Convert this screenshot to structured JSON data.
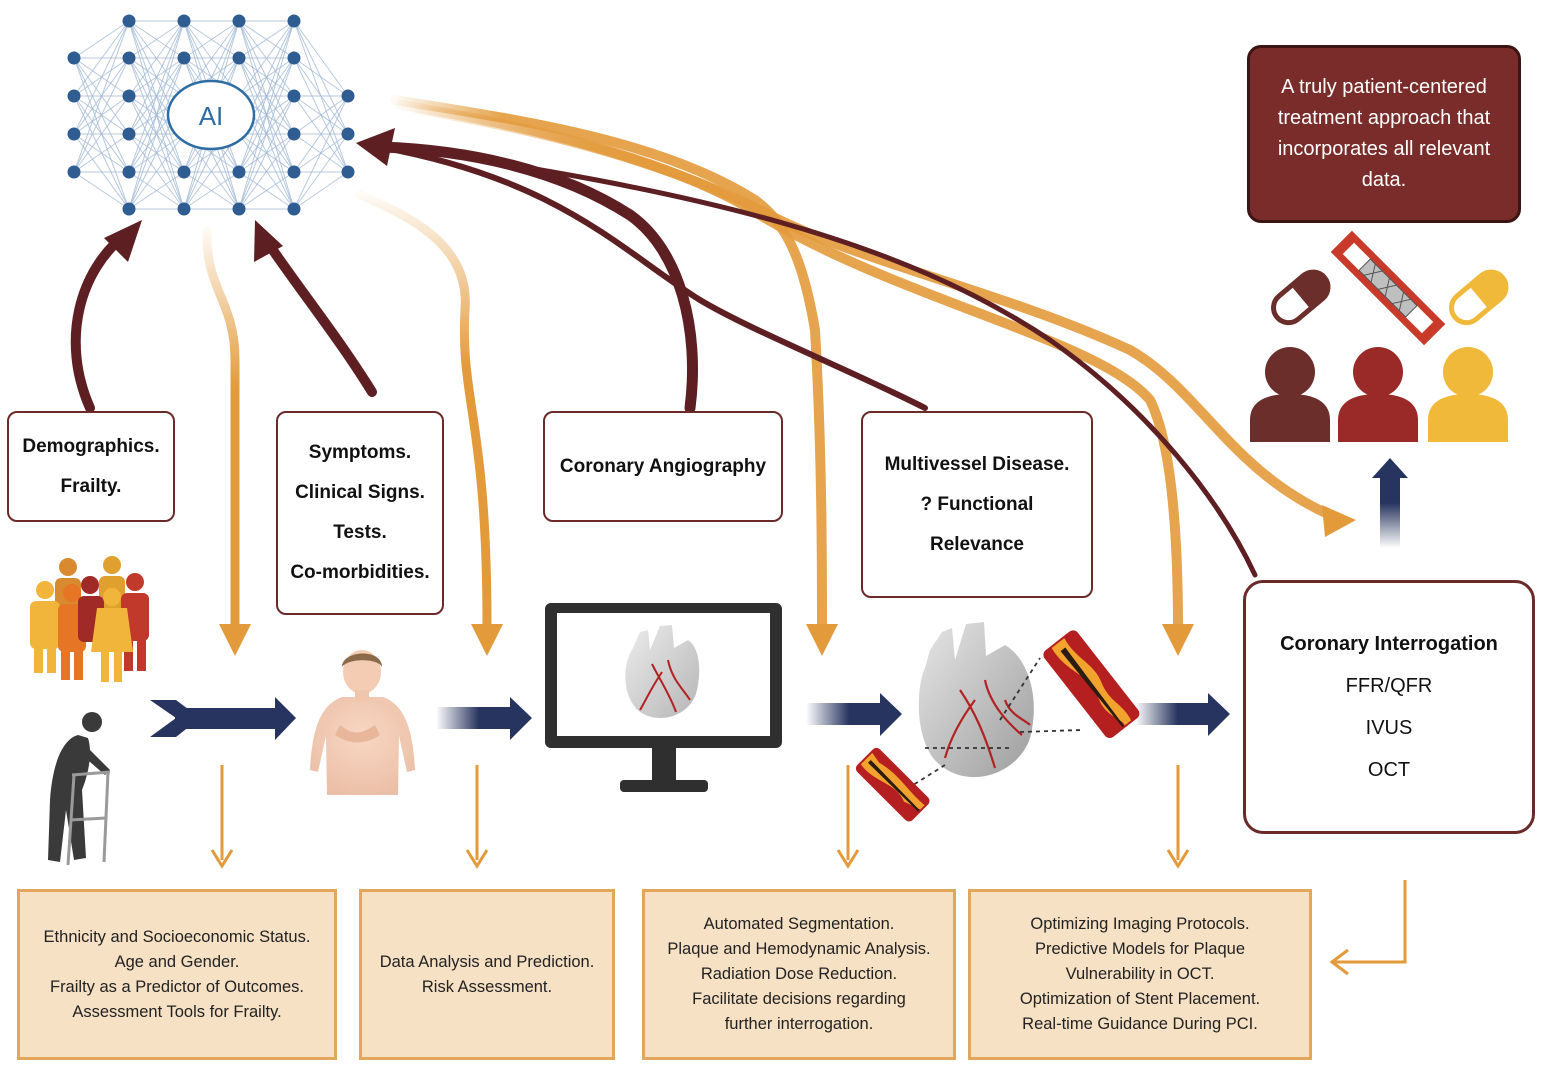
{
  "ai": {
    "label": "AI"
  },
  "inputs": {
    "demographics": [
      "Demographics.",
      "Frailty."
    ],
    "symptoms": [
      "Symptoms.",
      "Clinical Signs.",
      "Tests.",
      "Co-morbidities."
    ],
    "angiography": [
      "Coronary Angiography"
    ],
    "multivessel": [
      "Multivessel Disease.",
      "? Functional",
      "Relevance"
    ]
  },
  "interrogation": {
    "title": "Coronary Interrogation",
    "items": [
      "FFR/QFR",
      "IVUS",
      "OCT"
    ]
  },
  "patient_centered": [
    "A truly patient-centered",
    "treatment approach that",
    "incorporates all relevant",
    "data."
  ],
  "outputs": {
    "demographics": [
      "Ethnicity and Socioeconomic Status.",
      "Age and Gender.",
      "Frailty as a Predictor of Outcomes.",
      "Assessment Tools for Frailty."
    ],
    "symptoms": [
      "Data Analysis and Prediction.",
      "Risk Assessment."
    ],
    "angiography": [
      "Automated Segmentation.",
      "Plaque and Hemodynamic Analysis.",
      "Radiation Dose Reduction.",
      "Facilitate decisions regarding",
      "further interrogation."
    ],
    "interrogation": [
      "Optimizing Imaging Protocols.",
      "Predictive Models for Plaque",
      "Vulnerability in OCT.",
      "Optimization of Stent Placement.",
      "Real-time Guidance During PCI."
    ]
  },
  "colors": {
    "maroon": "#5e1f23",
    "orange": "#e39a3b",
    "navy": "#27345f",
    "box_fill": "#f6e1c4",
    "box_border": "#e3a75c",
    "red_box": "#7a2c2a",
    "yellow": "#f0b93a",
    "red_person": "#9a2a27",
    "brown_person": "#6b2e2a",
    "network": "#9fb6d4",
    "node": "#2f5d91"
  }
}
